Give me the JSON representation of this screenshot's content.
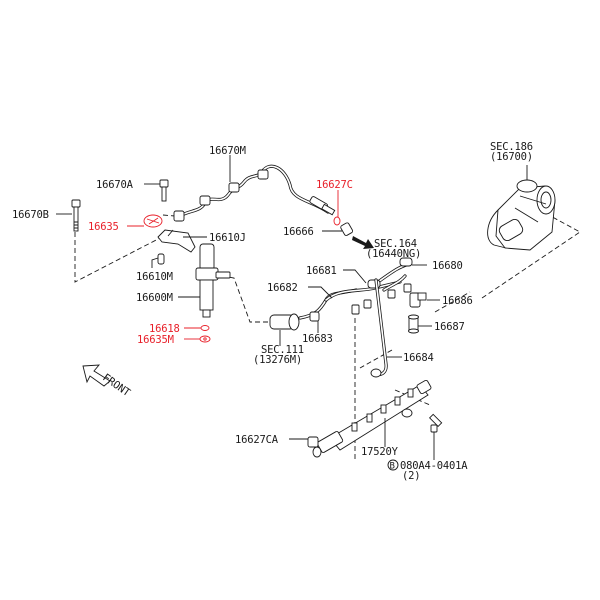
{
  "diagram": {
    "colors": {
      "line": "#1a1a1a",
      "highlight": "#e8202a",
      "background": "#ffffff"
    },
    "labels": {
      "p16670M": "16670M",
      "p16670A": "16670A",
      "p16670B": "16670B",
      "p16635": "16635",
      "p16610J": "16610J",
      "p16610M": "16610M",
      "p16600M": "16600M",
      "p16618": "16618",
      "p16635M": "16635M",
      "p16627C": "16627C",
      "p16666": "16666",
      "sec164": "SEC.164",
      "sec164sub": "(16440NG)",
      "sec186": "SEC.186",
      "sec186sub": "(16700)",
      "p16681": "16681",
      "p16680": "16680",
      "p16682": "16682",
      "p16686": "16686",
      "p16687": "16687",
      "p16683": "16683",
      "sec111": "SEC.111",
      "sec111sub": "(13276M)",
      "p16684": "16684",
      "p16627CA": "16627CA",
      "p17520Y": "17520Y",
      "bolt_marker": "B",
      "bolt": "080A4-0401A",
      "bolt_qty": "(2)",
      "front": "FRONT"
    },
    "highlighted_parts": [
      "16627C",
      "16635",
      "16618",
      "16635M"
    ]
  }
}
